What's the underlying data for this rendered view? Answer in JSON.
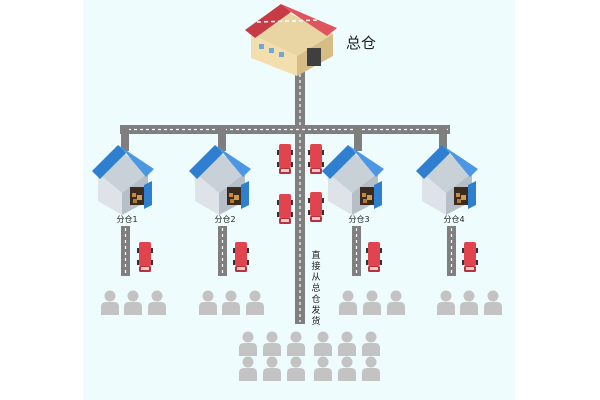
{
  "main_warehouse": {
    "label": "总仓"
  },
  "branches": [
    {
      "label": "分仓1"
    },
    {
      "label": "分仓2"
    },
    {
      "label": "分仓3"
    },
    {
      "label": "分仓4"
    }
  ],
  "direct_route": {
    "label": "直接从总仓发货"
  },
  "colors": {
    "background": "#eefcfd",
    "road": "#7f7f7f",
    "roof_main": "#d9454e",
    "roof_branch": "#2f7fd0",
    "truck": "#e0454f",
    "customer": "#c3c3c3"
  }
}
